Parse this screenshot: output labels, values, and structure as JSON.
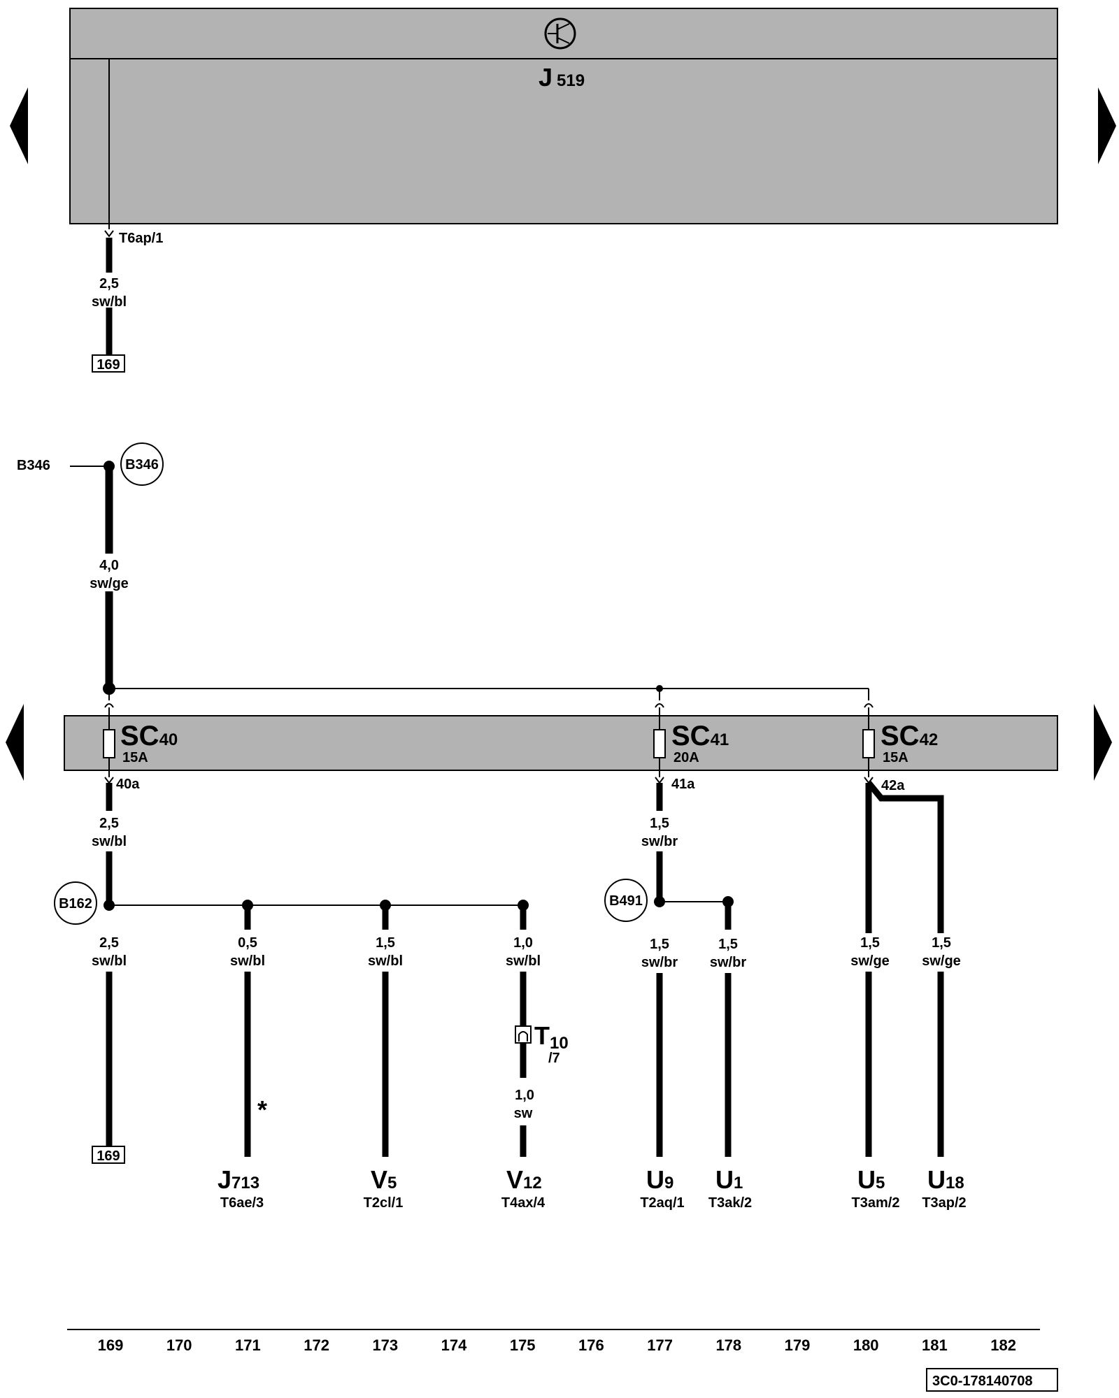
{
  "control_unit": {
    "letter": "J",
    "number": "519"
  },
  "top_connection": {
    "connector": "T6ap/1",
    "size": "2,5",
    "color": "sw/bl",
    "ref": "169"
  },
  "b346": {
    "label_left": "B346",
    "label_circle": "B346",
    "size": "4,0",
    "color": "sw/ge"
  },
  "fuses": [
    {
      "name": "SC",
      "number": "40",
      "rating": "15A",
      "terminal": "40a"
    },
    {
      "name": "SC",
      "number": "41",
      "rating": "20A",
      "terminal": "41a"
    },
    {
      "name": "SC",
      "number": "42",
      "rating": "15A",
      "terminal": "42a"
    }
  ],
  "sc40_output": {
    "size": "2,5",
    "color": "sw/bl"
  },
  "sc41_output": {
    "size": "1,5",
    "color": "sw/br"
  },
  "splice_b162": "B162",
  "splice_b491": "B491",
  "branches": [
    {
      "id": "b1",
      "size": "2,5",
      "color": "sw/bl",
      "ref": "169"
    },
    {
      "id": "b2",
      "size": "0,5",
      "color": "sw/bl",
      "comp": "J",
      "comp_num": "713",
      "connector": "T6ae/3",
      "asterisk": "*"
    },
    {
      "id": "b3",
      "size": "1,5",
      "color": "sw/bl",
      "comp": "V",
      "comp_num": "5",
      "connector": "T2cl/1"
    },
    {
      "id": "b4",
      "size": "1,0",
      "color": "sw/bl",
      "comp": "V",
      "comp_num": "12",
      "connector": "T4ax/4"
    },
    {
      "id": "b5",
      "size": "1,5",
      "color": "sw/br",
      "comp": "U",
      "comp_num": "9",
      "connector": "T2aq/1"
    },
    {
      "id": "b6",
      "size": "1,5",
      "color": "sw/br",
      "comp": "U",
      "comp_num": "1",
      "connector": "T3ak/2"
    },
    {
      "id": "b7",
      "size": "1,5",
      "color": "sw/ge",
      "comp": "U",
      "comp_num": "5",
      "connector": "T3am/2"
    },
    {
      "id": "b8",
      "size": "1,5",
      "color": "sw/ge",
      "comp": "U",
      "comp_num": "18",
      "connector": "T3ap/2"
    }
  ],
  "t10": {
    "letter": "T",
    "number": "10",
    "pin": "/7",
    "size": "1,0",
    "color": "sw"
  },
  "axis_numbers": [
    "169",
    "170",
    "171",
    "172",
    "173",
    "174",
    "175",
    "176",
    "177",
    "178",
    "179",
    "180",
    "181",
    "182"
  ],
  "doc_id": "3C0-178140708"
}
